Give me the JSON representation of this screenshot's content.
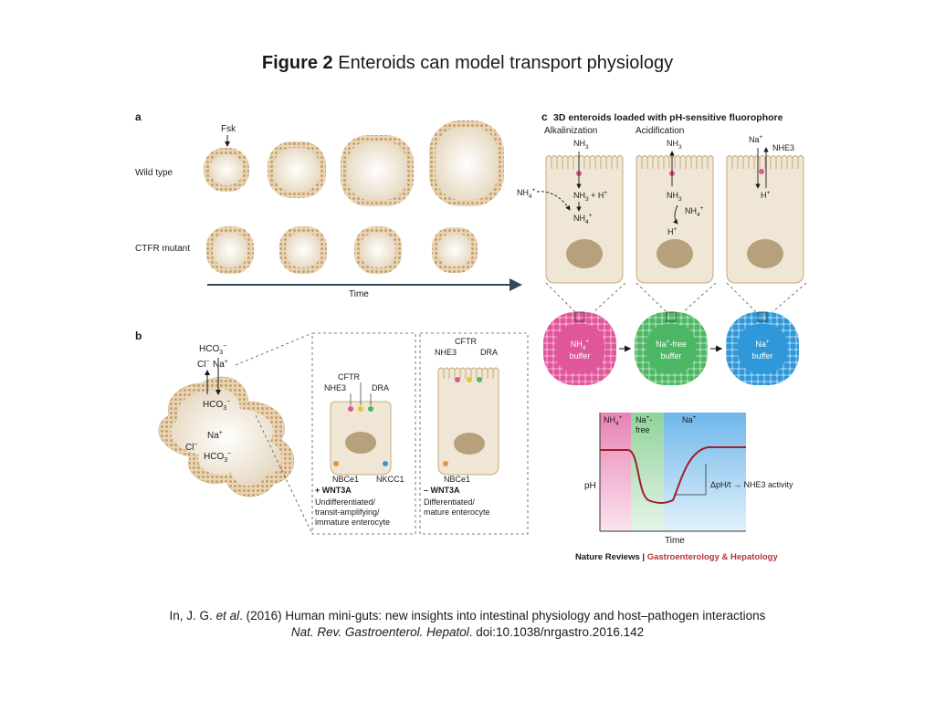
{
  "title": {
    "bold": "Figure 2",
    "rest": " Enteroids can model transport physiology"
  },
  "panel_a": {
    "label": "a",
    "fsk": "Fsk",
    "wild_type": "Wild type",
    "ctfr_mutant": "CTFR mutant",
    "time": "Time"
  },
  "panel_b": {
    "label": "b",
    "hco3": "HCO",
    "hco3_sub": "3",
    "hco3_sup": "−",
    "cl": "Cl",
    "cl_sup": "−",
    "na": "Na",
    "na_sup": "+",
    "cftr": "CFTR",
    "nhe3": "NHE3",
    "dra": "DRA",
    "nbce1": "NBCe1",
    "nkcc1": "NKCC1",
    "plus_wnt3a": "+ WNT3A",
    "minus_wnt3a": "– WNT3A",
    "undiff_1": "Undifferentiated/",
    "undiff_2": "transit-amplifying/",
    "undiff_3": "immature enterocyte",
    "diff_1": "Differentiated/",
    "diff_2": "mature enterocyte"
  },
  "panel_c": {
    "label": "c",
    "heading": "3D enteroids loaded with pH-sensitive fluorophore",
    "alkalinization": "Alkalinization",
    "acidification": "Acidification",
    "nh3": "NH",
    "nh3_sub": "3",
    "nh3_h": "NH",
    "nh3_h_tail": " + H",
    "nh4": "NH",
    "nh4_sub": "4",
    "nh4_sup": "+",
    "h": "H",
    "h_sup": "+",
    "na": "Na",
    "na_sup": "+",
    "nhe3": "NHE3",
    "buffer_nh4_1": "NH",
    "buffer_nh4_2": "buffer",
    "buffer_nafree_1": "Na",
    "buffer_nafree_1b": "-free",
    "buffer_nafree_2": "buffer",
    "buffer_na_1": "Na",
    "buffer_na_2": "buffer",
    "graph_nh4": "NH",
    "graph_nafree_1": "Na",
    "graph_nafree_2": "free",
    "graph_na": "Na",
    "ph": "pH",
    "time": "Time",
    "delta": "ΔpH/t → NHE3 activity"
  },
  "credit": {
    "journal": "Nature Reviews",
    "sep": " | ",
    "section": "Gastroenterology & Hepatology"
  },
  "citation": {
    "line1_a": "In, J. G. ",
    "line1_b": "et al",
    "line1_c": ". (2016) Human mini-guts: new insights into intestinal physiology and host–pathogen interactions",
    "line2_a": "Nat. Rev. Gastroenterol. Hepatol",
    "line2_b": ". doi:10.1038/nrgastro.2016.142"
  },
  "colors": {
    "cell_fill": "#efe6d6",
    "cell_stroke": "#c9a97a",
    "nucleus": "#b7a07c",
    "pink": "#e0569a",
    "green": "#4cb764",
    "blue": "#2e98d8",
    "credit_red": "#b5343d"
  }
}
